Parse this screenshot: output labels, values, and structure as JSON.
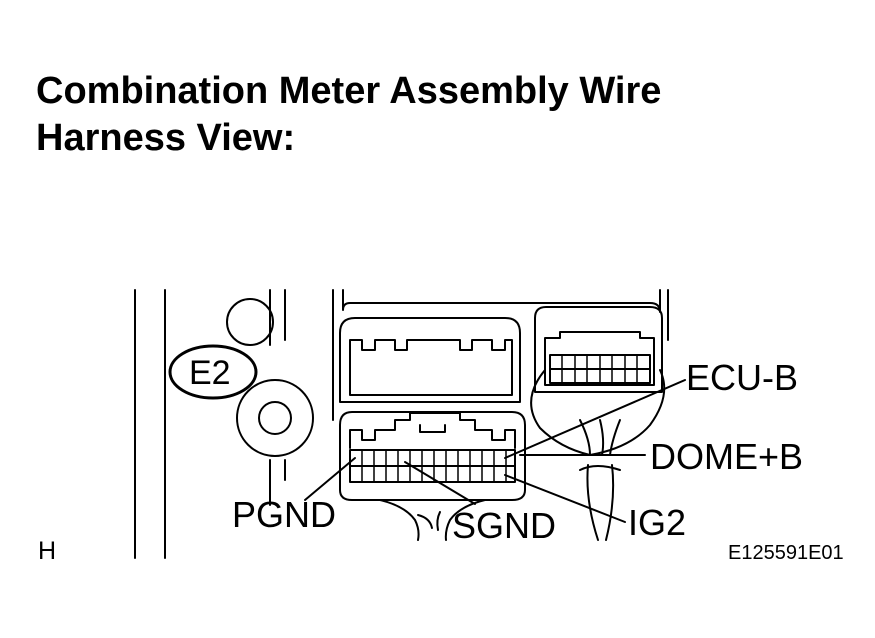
{
  "title_line1": "Combination Meter Assembly Wire",
  "title_line2": "Harness View:",
  "connector_id": "E2",
  "pins": {
    "ecu_b": "ECU-B",
    "dome_b": "DOME+B",
    "pgnd": "PGND",
    "sgnd": "SGND",
    "ig2": "IG2"
  },
  "corner_letter": "H",
  "figure_code": "E125591E01"
}
